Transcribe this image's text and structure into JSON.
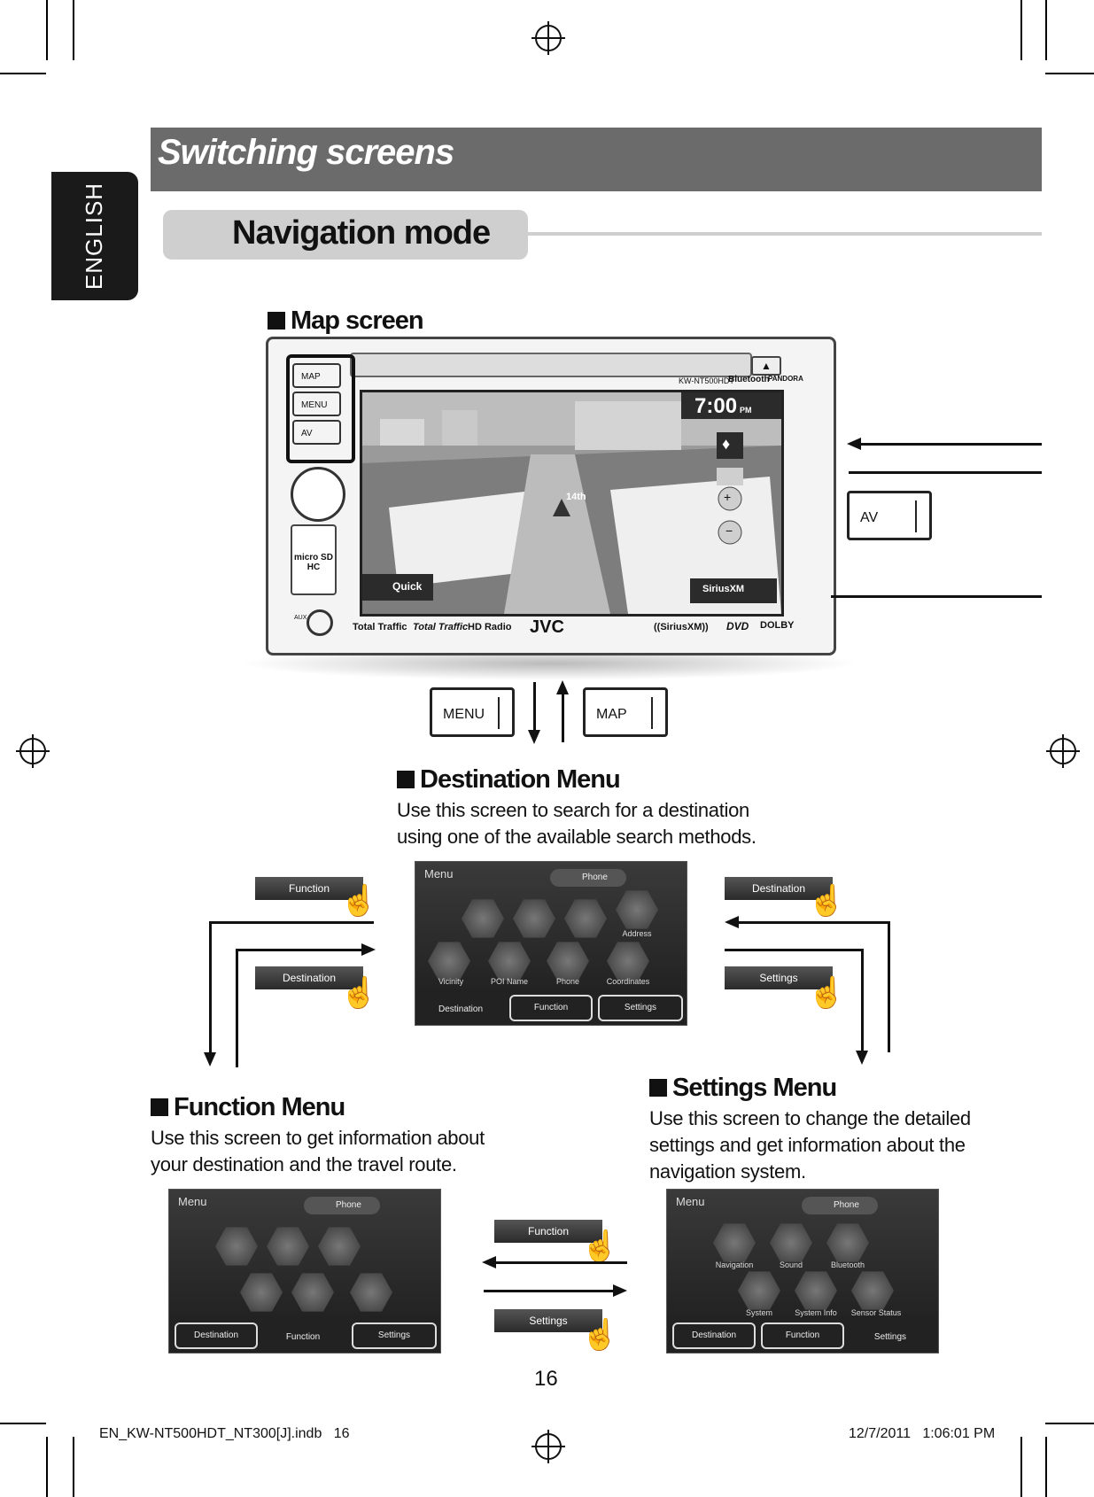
{
  "language": "ENGLISH",
  "page_title": "Switching screens",
  "mode_title": "Navigation mode",
  "map_screen": {
    "heading": "Map screen",
    "side_buttons": [
      "MAP",
      "MENU",
      "AV"
    ],
    "time": "7:00",
    "time_suffix": "PM",
    "street": "14th",
    "quick_label": "Quick",
    "sirius_label": "SiriusXM",
    "model": "KW-NT500HDT",
    "bluetooth": "Bluetooth",
    "pandora": "PANDORA",
    "card_label": "micro SD HC",
    "aux_label": "AUX",
    "logos": [
      "Total Traffic",
      "Total Traffic",
      "HD Radio",
      "JVC",
      "((SiriusXM))",
      "DVD",
      "DOLBY"
    ]
  },
  "hardware_keys": {
    "av": "AV",
    "menu": "MENU",
    "map": "MAP"
  },
  "destination_menu": {
    "heading": "Destination Menu",
    "desc_line1": "Use this screen to search for a destination",
    "desc_line2": "using one of the available search methods.",
    "screen": {
      "title": "Menu",
      "phone": "Phone",
      "items": [
        "Vicinity",
        "POI Name",
        "Phone",
        "Coordinates",
        "Address"
      ],
      "tabs": [
        "Destination",
        "Function",
        "Settings"
      ]
    }
  },
  "function_menu": {
    "heading": "Function Menu",
    "desc_line1": "Use this screen to get information about",
    "desc_line2": "your destination and the travel route.",
    "screen": {
      "title": "Menu",
      "phone": "Phone",
      "tabs": [
        "Destination",
        "Function",
        "Settings"
      ]
    }
  },
  "settings_menu": {
    "heading": "Settings Menu",
    "desc_line1": "Use this screen to change the detailed",
    "desc_line2": "settings and get information about the",
    "desc_line3": "navigation system.",
    "screen": {
      "title": "Menu",
      "phone": "Phone",
      "items": [
        "Navigation",
        "Sound",
        "Bluetooth",
        "System",
        "System Info",
        "Sensor Status"
      ],
      "tabs": [
        "Destination",
        "Function",
        "Settings"
      ]
    }
  },
  "touch_buttons": {
    "function": "Function",
    "destination": "Destination",
    "settings": "Settings"
  },
  "page_number": "16",
  "footer": {
    "file": "EN_KW-NT500HDT_NT300[J].indb   16",
    "date": "12/7/2011   1:06:01 PM"
  }
}
